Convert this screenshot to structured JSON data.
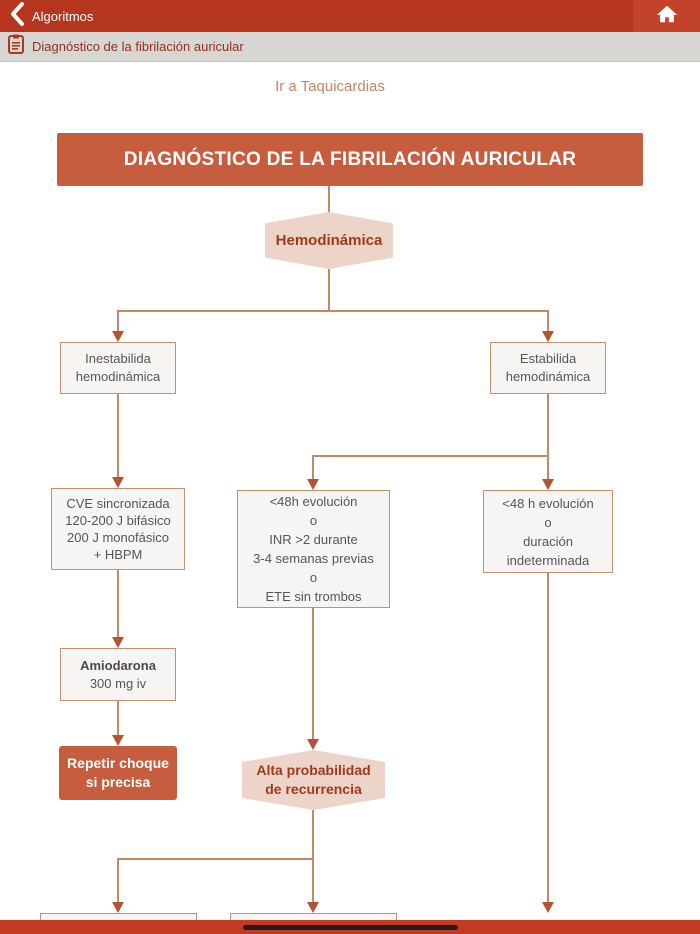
{
  "nav": {
    "back_label": "Algoritmos"
  },
  "breadcrumb": {
    "title": "Diagnóstico de la fibrilación auricular"
  },
  "link": {
    "label": "Ir a Taquicardias"
  },
  "flow": {
    "title_banner": "DIAGNÓSTICO DE LA FIBRILACIÓN AURICULAR",
    "hemodinamica": {
      "label": "Hemodinámica"
    },
    "inestabilidad": {
      "lines": [
        "Inestabilida",
        "hemodinámica"
      ]
    },
    "estabilidad": {
      "lines": [
        "Estabilida",
        "hemodinámica"
      ]
    },
    "cve": {
      "lines": [
        "CVE sincronizada",
        "120-200 J bifásico",
        "200 J monofásico",
        "+ HBPM"
      ]
    },
    "evolucion_corta": {
      "lines": [
        "<48h evolución",
        "o",
        "INR >2 durante",
        "3-4 semanas previas",
        "o",
        "ETE sin trombos"
      ]
    },
    "evolucion_indeterminada": {
      "lines": [
        "<48 h evolución",
        "o",
        "duración",
        "indeterminada"
      ]
    },
    "amiodarona": {
      "drug": "Amiodarona",
      "dose": "300 mg iv"
    },
    "repetir_choque": {
      "lines": [
        "Repetir choque",
        "si precisa"
      ]
    },
    "alta_probabilidad": {
      "lines": [
        "Alta probabilidad",
        "de recurrencia"
      ]
    }
  },
  "icons": {
    "back": "chevron-left",
    "home": "home",
    "breadcrumb": "clipboard"
  },
  "colors": {
    "navbar_red": "#b5351e",
    "home_tile_red": "#c2422a",
    "breadcrumb_gray": "#d8d6d3",
    "breadcrumb_text": "#93301b",
    "banner_terracotta": "#c75d3f",
    "hexagon_pink": "#ecd4c8",
    "hexagon_text": "#a03a1d",
    "node_border": "#c9906f",
    "node_bg": "#f6f5f3",
    "node_text": "#55565a",
    "connector": "#c6866a",
    "arrowhead": "#b45434",
    "link_salmon": "#c8826a",
    "bottom_bar_red": "#c23a22"
  }
}
